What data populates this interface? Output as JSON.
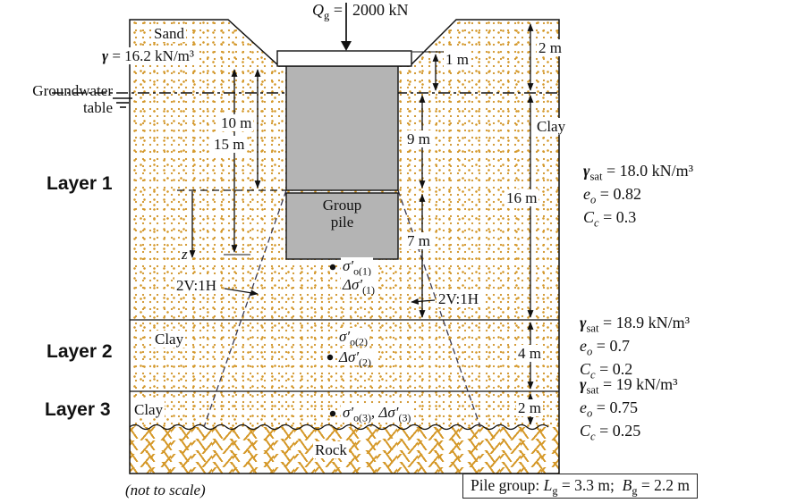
{
  "colors": {
    "soil_dots": "#d5992a",
    "pile_fill": "#b4b4b4",
    "line": "#111111"
  },
  "load": {
    "sym": "Q",
    "sub": "g",
    "eq": " =",
    "value": "2000 kN"
  },
  "surface": {
    "sand_label": "Sand",
    "sand_gamma_sym": "γ",
    "sand_gamma_rest": " = 16.2 kN/m³",
    "groundwater_line1": "Groundwater",
    "groundwater_line2": "table"
  },
  "layers": {
    "layer1_tag": "Layer 1",
    "layer2_tag": "Layer 2",
    "layer3_tag": "Layer 3",
    "clay1": "Clay",
    "clay2": "Clay",
    "clay3": "Clay",
    "rock": "Rock"
  },
  "pile": {
    "label_line1": "Group",
    "label_line2": "pile"
  },
  "slopes": {
    "left": "2V:1H",
    "right": "2V:1H",
    "z": "z"
  },
  "dims": {
    "d1": "1 m",
    "d2top": "2 m",
    "d9": "9 m",
    "d10": "10 m",
    "d15": "15 m",
    "d16": "16 m",
    "d7": "7 m",
    "d4": "4 m",
    "d2bot": "2 m"
  },
  "stress": {
    "p1a_sym": "σ′",
    "p1a_sub": "o(1)",
    "p1b_sym": "Δσ′",
    "p1b_sub": "(1)",
    "p2a_sym": "σ′",
    "p2a_sub": "o(2)",
    "p2b_sym": "Δσ′",
    "p2b_sub": "(2)",
    "p3a_sym": "σ′",
    "p3a_sub": "o(3)",
    "p3_sep": ", ",
    "p3b_sym": "Δσ′",
    "p3b_sub": "(3)"
  },
  "properties": [
    {
      "g_sym": "γ",
      "g_sub": "sat",
      "g_rest": " = 18.0 kN/m³",
      "e_sym": "e",
      "e_sub": "o",
      "e_rest": " = 0.82",
      "c_sym": "C",
      "c_sub": "c",
      "c_rest": " = 0.3"
    },
    {
      "g_sym": "γ",
      "g_sub": "sat",
      "g_rest": " = 18.9 kN/m³",
      "e_sym": "e",
      "e_sub": "o",
      "e_rest": " = 0.7",
      "c_sym": "C",
      "c_sub": "c",
      "c_rest": " = 0.2"
    },
    {
      "g_sym": "γ",
      "g_sub": "sat",
      "g_rest": " = 19 kN/m³",
      "e_sym": "e",
      "e_sub": "o",
      "e_rest": " = 0.75",
      "c_sym": "C",
      "c_sub": "c",
      "c_rest": " = 0.25"
    }
  ],
  "footer": {
    "not_to_scale": "(not to scale)",
    "pilegroup_prefix": "Pile group: ",
    "lg_sym": "L",
    "lg_sub": "g",
    "lg_rest": " = 3.3 m;  ",
    "bg_sym": "B",
    "bg_sub": "g",
    "bg_rest": " = 2.2 m"
  }
}
